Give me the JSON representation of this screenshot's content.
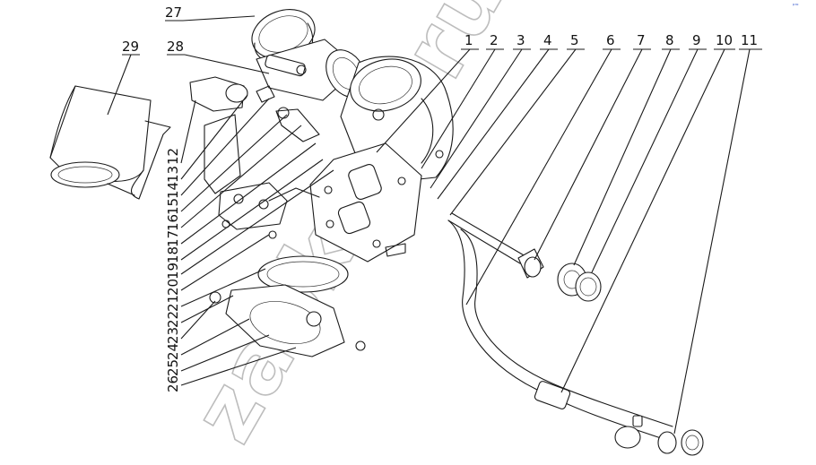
{
  "diagram": {
    "callouts_right": [
      "1",
      "2",
      "3",
      "4",
      "5",
      "6",
      "7",
      "8",
      "9",
      "10",
      "11"
    ],
    "callouts_left": [
      "12",
      "13",
      "14",
      "15",
      "16",
      "17",
      "18",
      "19",
      "20",
      "21",
      "22",
      "23",
      "24",
      "25",
      "26"
    ],
    "callouts_top": [
      "27",
      "28",
      "29"
    ],
    "watermark": "zapkam.ru",
    "corner_mark": "ᵖʳᵒ"
  }
}
